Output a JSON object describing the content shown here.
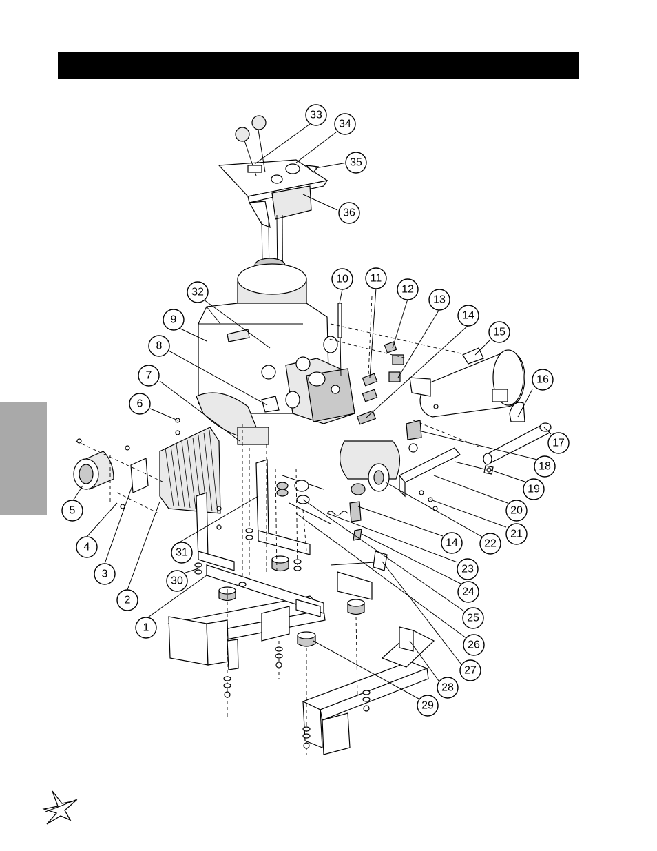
{
  "colors": {
    "header_bar": "#000000",
    "side_tab": "#a9a9a9",
    "background": "#ffffff"
  },
  "logo": {
    "icon": "star-swoosh-logo"
  },
  "callouts": [
    {
      "label": "1"
    },
    {
      "label": "2"
    },
    {
      "label": "3"
    },
    {
      "label": "4"
    },
    {
      "label": "5"
    },
    {
      "label": "6"
    },
    {
      "label": "7"
    },
    {
      "label": "8"
    },
    {
      "label": "9"
    },
    {
      "label": "10"
    },
    {
      "label": "11"
    },
    {
      "label": "12"
    },
    {
      "label": "13"
    },
    {
      "label": "14"
    },
    {
      "label": "15"
    },
    {
      "label": "16"
    },
    {
      "label": "17"
    },
    {
      "label": "18"
    },
    {
      "label": "19"
    },
    {
      "label": "20"
    },
    {
      "label": "21"
    },
    {
      "label": "22"
    },
    {
      "label": "14"
    },
    {
      "label": "23"
    },
    {
      "label": "24"
    },
    {
      "label": "25"
    },
    {
      "label": "26"
    },
    {
      "label": "27"
    },
    {
      "label": "28"
    },
    {
      "label": "29"
    },
    {
      "label": "30"
    },
    {
      "label": "31"
    },
    {
      "label": "32"
    },
    {
      "label": "33"
    },
    {
      "label": "34"
    },
    {
      "label": "35"
    },
    {
      "label": "36"
    }
  ]
}
